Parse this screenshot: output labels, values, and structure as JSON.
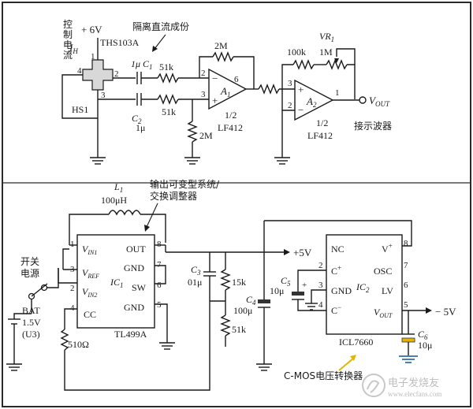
{
  "colors": {
    "line": "#1a1a1a",
    "frame": "#2a2a2a",
    "watermark": "#c8c8c8",
    "ground_blue": "#4a7fb5",
    "cap_yellow": "#e6b400"
  },
  "top": {
    "vertical_label": [
      "控",
      "制",
      "电",
      "流"
    ],
    "plus6v": "+ 6V",
    "ih": "I",
    "ih_sub": "H",
    "ths": "THS103A",
    "isolate": "隔离直流成份",
    "pin1": "1",
    "pin2": "2",
    "pin3": "3",
    "pin4": "4",
    "hs1": "HS1",
    "c1": "1μ C",
    "c1_sub": "1",
    "r51k_a": "51k",
    "c2": "C",
    "c2_sub": "2",
    "c2_val": "1μ",
    "r51k_b": "51k",
    "r2m_fb": "2M",
    "r2m_gnd": "2M",
    "a1": "A",
    "a1_sub": "1",
    "a1_minus": "−",
    "a1_plus": "+",
    "a1_pin2": "2",
    "a1_pin3": "3",
    "a1_pin6": "6",
    "lf412_a": "LF412",
    "half_a": "1/2",
    "r100k": "100k",
    "vr": "VR",
    "vr_sub": "1",
    "r1m": "1M",
    "a2": "A",
    "a2_sub": "2",
    "a2_minus": "−",
    "a2_plus": "+",
    "a2_pin2": "2",
    "a2_pin3": "3",
    "a2_pin1": "1",
    "lf412_b": "LF412",
    "half_b": "1/2",
    "vout": "V",
    "vout_sub": "OUT",
    "scope": "接示波器"
  },
  "bottom": {
    "l1": "L",
    "l1_sub": "1",
    "l1_val": "100μH",
    "converter_line1": "输出可变型系统/",
    "converter_line2": "交换调整器",
    "switch_line1": "开关",
    "switch_line2": "电源",
    "bat": "BAT",
    "bat_v": "1.5V",
    "bat_u": "(U3)",
    "ic1_pins": [
      "1",
      "3",
      "2",
      "4",
      "8",
      "7",
      "6",
      "5"
    ],
    "ic1_vin1": "V",
    "ic1_vin1_sub": "IN1",
    "ic1_vref": "V",
    "ic1_vref_sub": "REF",
    "ic1_vin2": "V",
    "ic1_vin2_sub": "IN2",
    "ic1_cc": "CC",
    "ic1_out": "OUT",
    "ic1_gnd1": "GND",
    "ic1_sw": "SW",
    "ic1_gnd2": "GND",
    "ic1_name": "IC",
    "ic1_name_sub": "1",
    "ic1_part": "TL499A",
    "r510": "510Ω",
    "c3": "C",
    "c3_sub": "3",
    "c3_val": "01μ",
    "r15k": "15k",
    "c4": "C",
    "c4_sub": "4",
    "c4_val": "100μ",
    "r51k": "51k",
    "plus5v": "+5V",
    "c5": "C",
    "c5_sub": "5",
    "c5_val": "10μ",
    "ic2_pins": [
      "2",
      "3",
      "4",
      "8",
      "7",
      "6",
      "5"
    ],
    "ic2_nc": "NC",
    "ic2_cplus": "C",
    "ic2_cplus_sup": "+",
    "ic2_gnd": "GND",
    "ic2_cminus": "C",
    "ic2_cminus_sup": "−",
    "ic2_vplus": "V",
    "ic2_vplus_sup": "+",
    "ic2_osc": "OSC",
    "ic2_lv": "LV",
    "ic2_vout": "V",
    "ic2_vout_sub": "OUT",
    "ic2_name": "IC",
    "ic2_name_sub": "2",
    "ic2_part": "ICL7660",
    "minus5v": "− 5V",
    "c6": "C",
    "c6_sub": "6",
    "c6_val": "10μ",
    "cmos_label": "C-MOS电压转换器",
    "watermark": "电子发烧友",
    "watermark_url": "www.elecfans.com"
  }
}
